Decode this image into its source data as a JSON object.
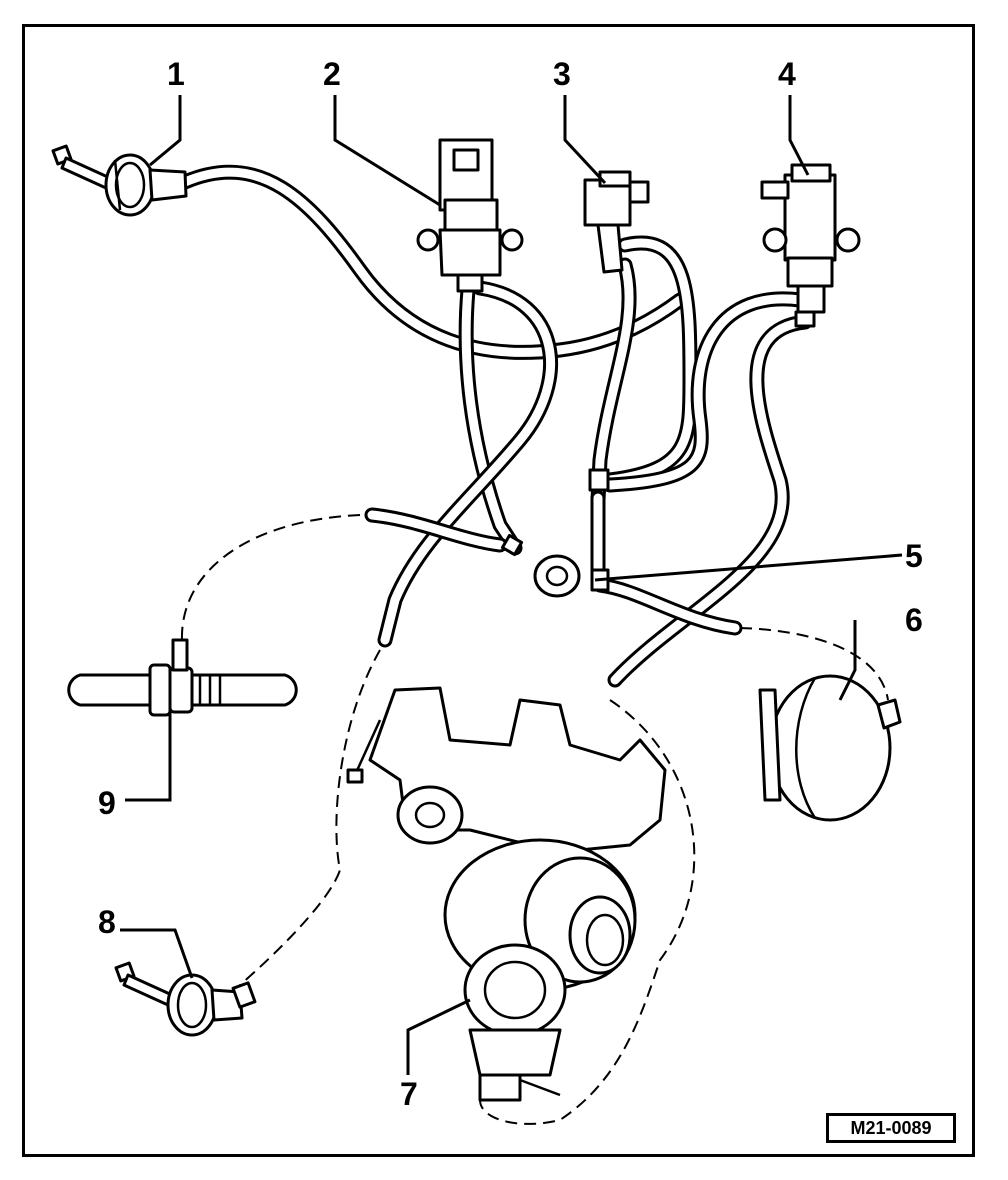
{
  "callouts": [
    "1",
    "2",
    "3",
    "4",
    "5",
    "6",
    "7",
    "8",
    "9"
  ],
  "reference_code": "M21-0089",
  "icons": [
    "vacuum-unit-1-icon",
    "solenoid-valve-2-icon",
    "valve-3-icon",
    "pressure-converter-4-icon",
    "hose-connector-5-icon",
    "vacuum-reservoir-6-icon",
    "turbocharger-7-icon",
    "vacuum-unit-8-icon",
    "vacuum-line-9-icon"
  ]
}
